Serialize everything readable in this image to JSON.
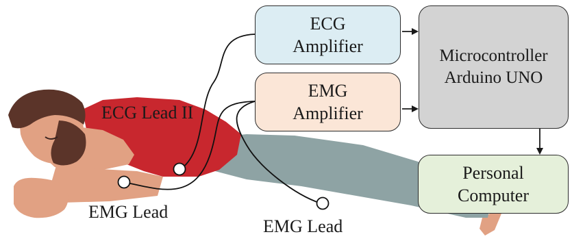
{
  "blocks": {
    "ecg_amplifier": {
      "line1": "ECG",
      "line2": "Amplifier",
      "fill": "#dcedf3"
    },
    "emg_amplifier": {
      "line1": "EMG",
      "line2": "Amplifier",
      "fill": "#fbe6d7"
    },
    "microcontroller": {
      "line1": "Microcontroller",
      "line2": "Arduino UNO",
      "fill": "#d3d3d3"
    },
    "personal_computer": {
      "line1": "Personal",
      "line2": "Computer",
      "fill": "#e5f0da"
    }
  },
  "labels": {
    "ecg_lead": "ECG Lead II",
    "emg_lead_arm": "EMG Lead",
    "emg_lead_leg": "EMG Lead"
  },
  "colors": {
    "shirt": "#c8272e",
    "pants": "#8ea3a4",
    "skin": "#e1a183",
    "hair": "#5b3429",
    "wire": "#111111"
  }
}
